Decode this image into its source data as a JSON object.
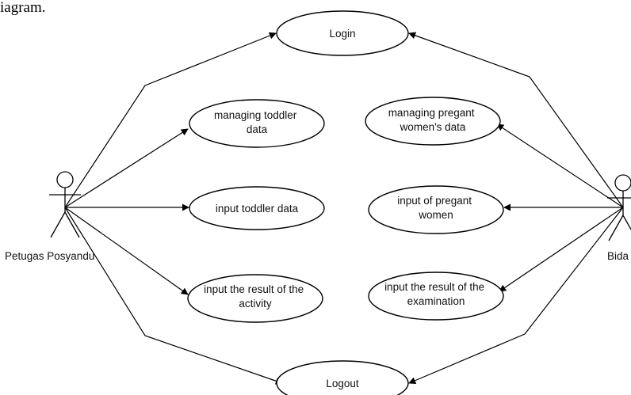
{
  "caption": "iagram.",
  "actors": {
    "left": {
      "label": "Petugas Posyandu"
    },
    "right": {
      "label": "Bida"
    }
  },
  "use_cases": {
    "login": [
      "Login"
    ],
    "logout": [
      "Logout"
    ],
    "managing_toddler_data": [
      "managing toddler",
      "data"
    ],
    "input_toddler_data": [
      "input toddler data"
    ],
    "input_activity_result": [
      "input the result of the",
      "activity"
    ],
    "managing_pregnant_data": [
      "managing pregant",
      "women's data"
    ],
    "input_pregnant_women": [
      "input of pregant",
      "women"
    ],
    "input_examination_result": [
      "input the result of the",
      "examination"
    ]
  }
}
